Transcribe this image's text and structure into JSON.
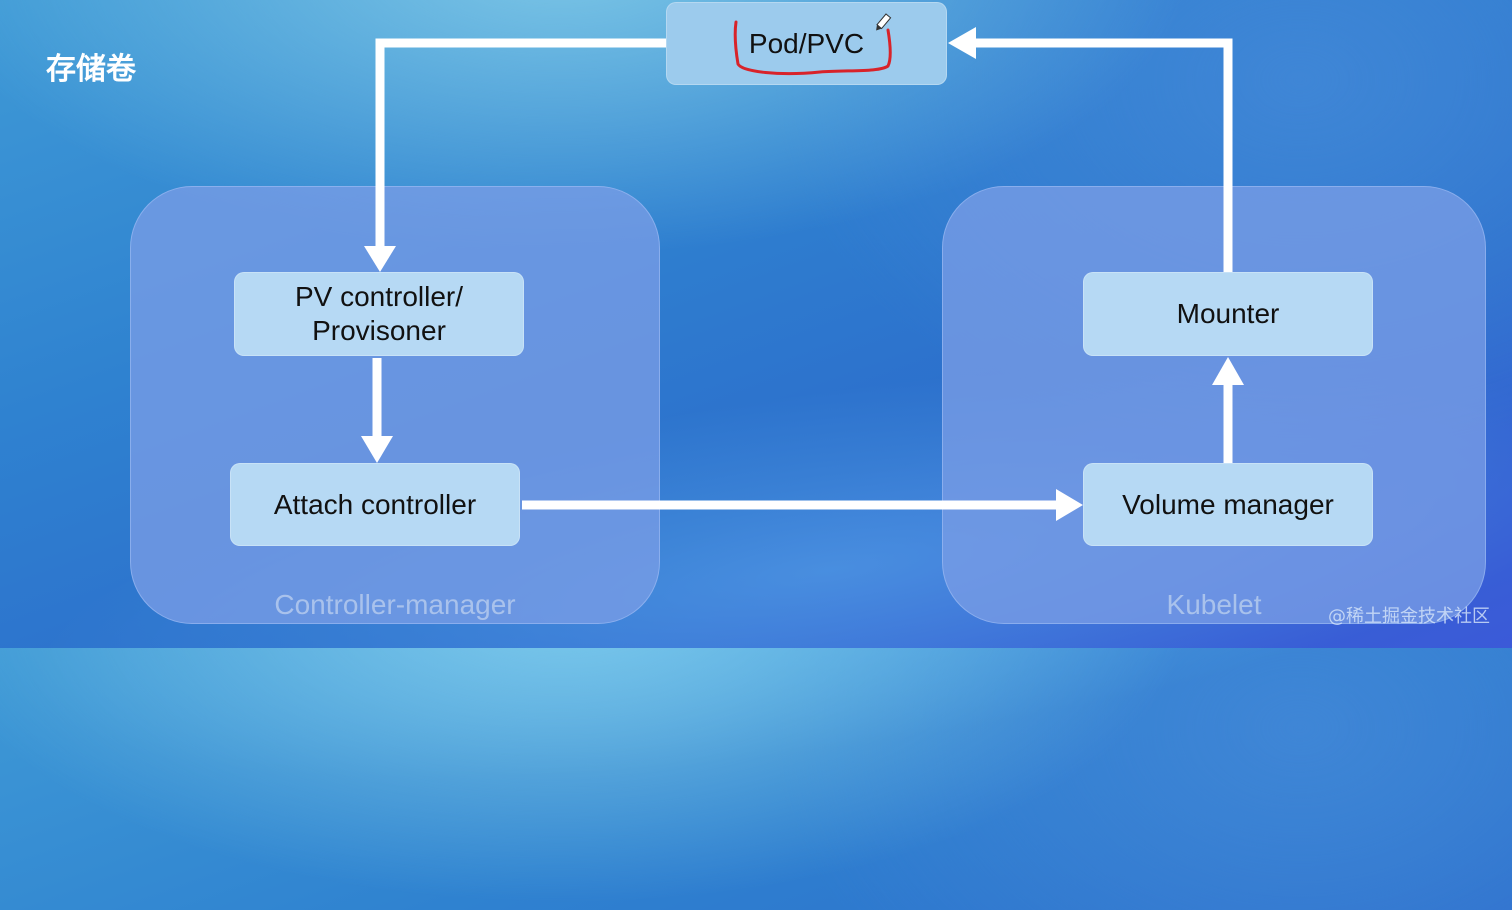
{
  "slide": {
    "title": "存储卷"
  },
  "nodes": {
    "pod_pvc": "Pod/PVC",
    "pv_controller_line1": "PV controller/",
    "pv_controller_line2": "Provisoner",
    "attach_controller": "Attach controller",
    "mounter": "Mounter",
    "volume_manager": "Volume manager"
  },
  "groups": {
    "controller_manager": "Controller-manager",
    "kubelet": "Kubelet"
  },
  "annotation": {
    "ink_color": "#d8232a",
    "tool_icon": "pencil-icon"
  },
  "watermark": "@稀土掘金技术社区",
  "colors": {
    "arrow": "#ffffff",
    "group_fill": "#799ce6",
    "node_fill": "#b6d9f4"
  }
}
